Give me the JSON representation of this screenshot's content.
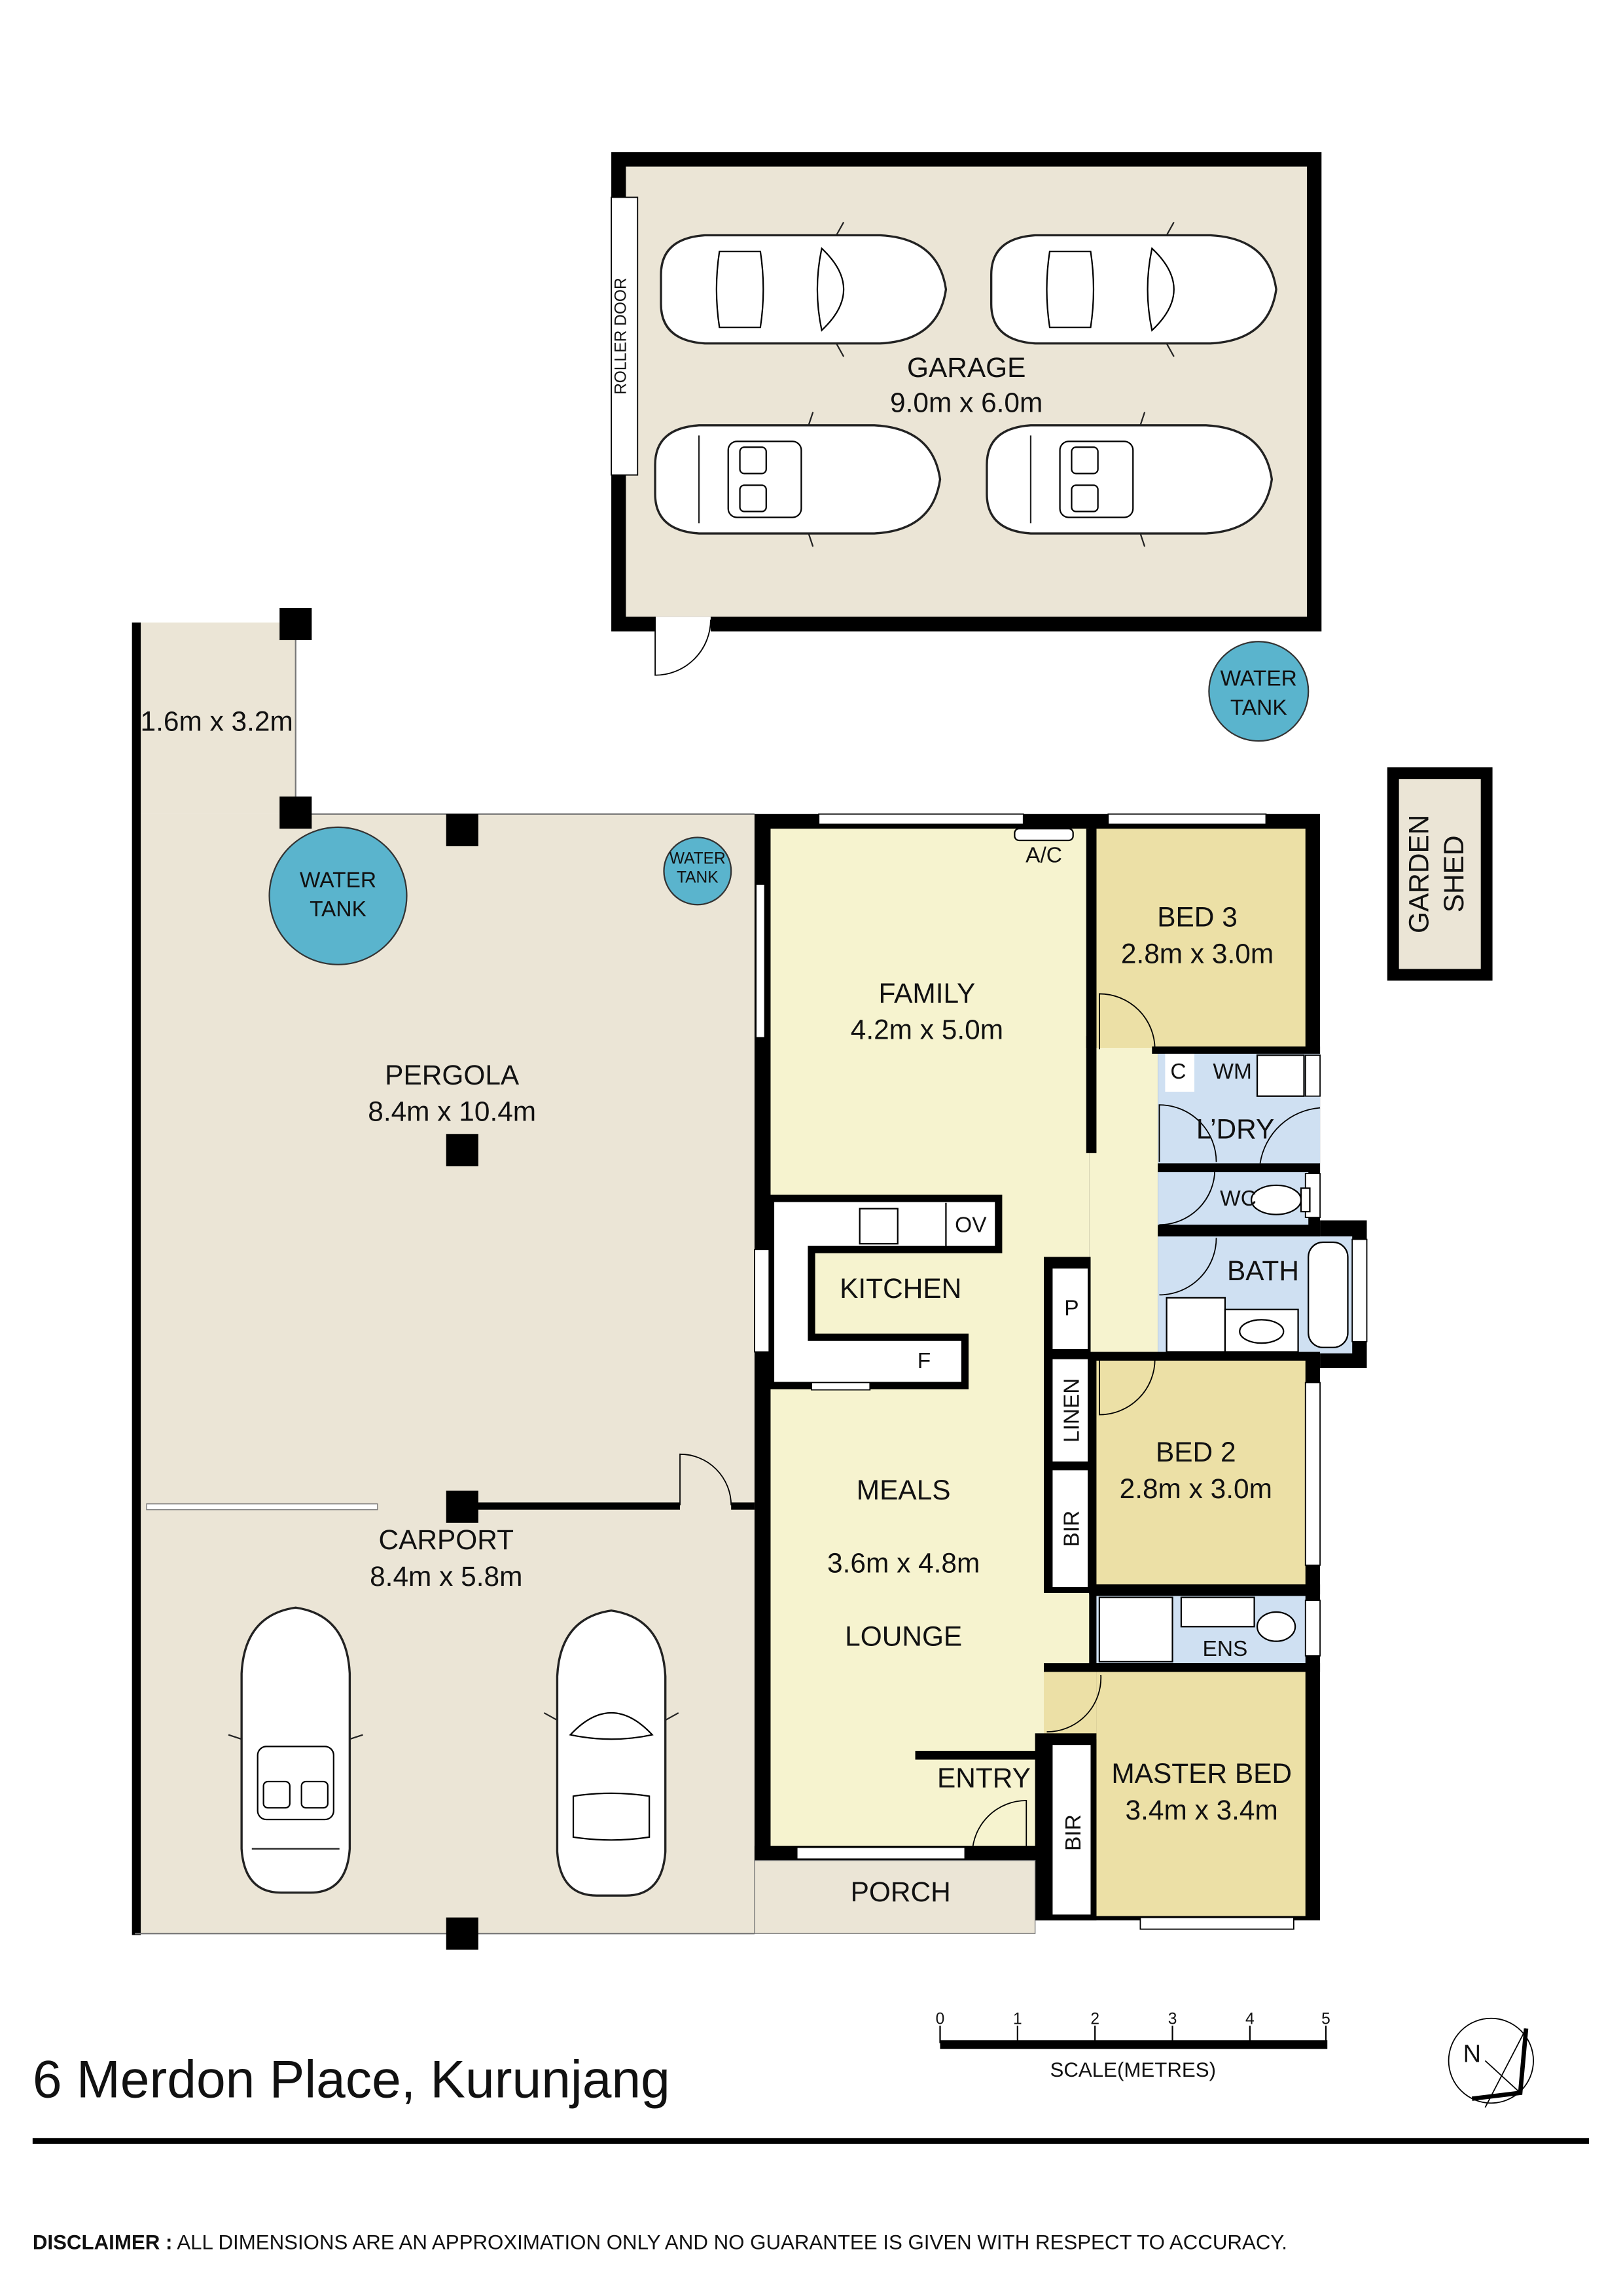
{
  "colors": {
    "outdoor": "#ebe5d6",
    "living": "#f6f3cf",
    "bedroom": "#ece0a6",
    "wet_area": "#cfe0f2",
    "water_tank": "#5ab4cd",
    "wall": "#000000"
  },
  "rooms": {
    "garage": {
      "name": "GARAGE",
      "size": "9.0m x 6.0m",
      "door": "ROLLER DOOR"
    },
    "side_area": {
      "size": "1.6m x 3.2m"
    },
    "pergola": {
      "name": "PERGOLA",
      "size": "8.4m x 10.4m"
    },
    "carport": {
      "name": "CARPORT",
      "size": "8.4m x 5.8m"
    },
    "family": {
      "name": "FAMILY",
      "size": "4.2m x 5.0m",
      "ac": "A/C"
    },
    "kitchen": {
      "name": "KITCHEN",
      "oven": "OV",
      "fridge": "F"
    },
    "meals_lounge": {
      "name1": "MEALS",
      "size": "3.6m x 4.8m",
      "name2": "LOUNGE"
    },
    "entry": {
      "name": "ENTRY"
    },
    "porch": {
      "name": "PORCH"
    },
    "bed3": {
      "name": "BED 3",
      "size": "2.8m x 3.0m"
    },
    "laundry": {
      "name": "L’DRY",
      "cupboard": "C",
      "washing_machine": "WM"
    },
    "wc": {
      "name": "WC"
    },
    "bath": {
      "name": "BATH"
    },
    "pantry": {
      "name": "P"
    },
    "linen": {
      "name": "LINEN"
    },
    "bed2": {
      "name": "BED 2",
      "size": "2.8m x 3.0m",
      "robe": "BIR"
    },
    "ensuite": {
      "name": "ENS"
    },
    "master": {
      "name": "MASTER BED",
      "size": "3.4m x 3.4m",
      "robe": "BIR"
    },
    "garden_shed": {
      "line1": "GARDEN",
      "line2": "SHED"
    }
  },
  "water_tanks": [
    {
      "line1": "WATER",
      "line2": "TANK"
    },
    {
      "line1": "WATER",
      "line2": "TANK"
    },
    {
      "line1": "WATER",
      "line2": "TANK"
    }
  ],
  "scale": {
    "ticks": [
      "0",
      "1",
      "2",
      "3",
      "4",
      "5"
    ],
    "label": "SCALE(METRES)"
  },
  "compass": {
    "label": "N"
  },
  "address": "6 Merdon Place, Kurunjang",
  "disclaimer": {
    "heading": "DISCLAIMER :",
    "text": " ALL DIMENSIONS ARE AN APPROXIMATION ONLY AND NO GUARANTEE IS GIVEN WITH RESPECT TO ACCURACY."
  }
}
